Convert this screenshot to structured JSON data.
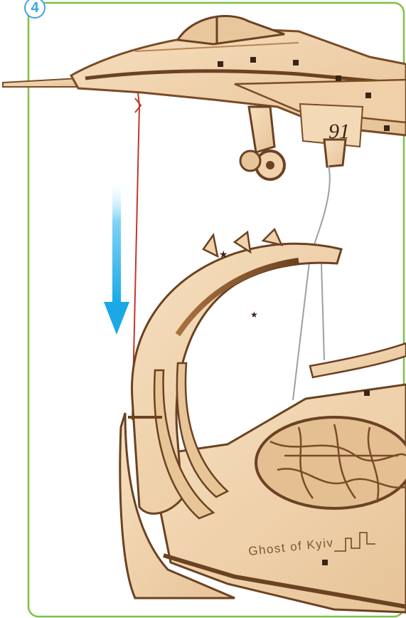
{
  "step": {
    "number": "4"
  },
  "model": {
    "engraving": "Ghost of Kyiv",
    "tail_number": "91"
  },
  "colors": {
    "frame": "#7cc242",
    "step_badge": "#3aa7e0",
    "arrow": "#1aa9e6",
    "plywood": "#f0d3ad",
    "plywood_dark": "#8a5a34",
    "cord_red": "#c0392b",
    "cord_grey": "#9aa0a6"
  },
  "icons": {
    "instruction_arrow": "arrow-down-icon",
    "star": "star-icon"
  }
}
